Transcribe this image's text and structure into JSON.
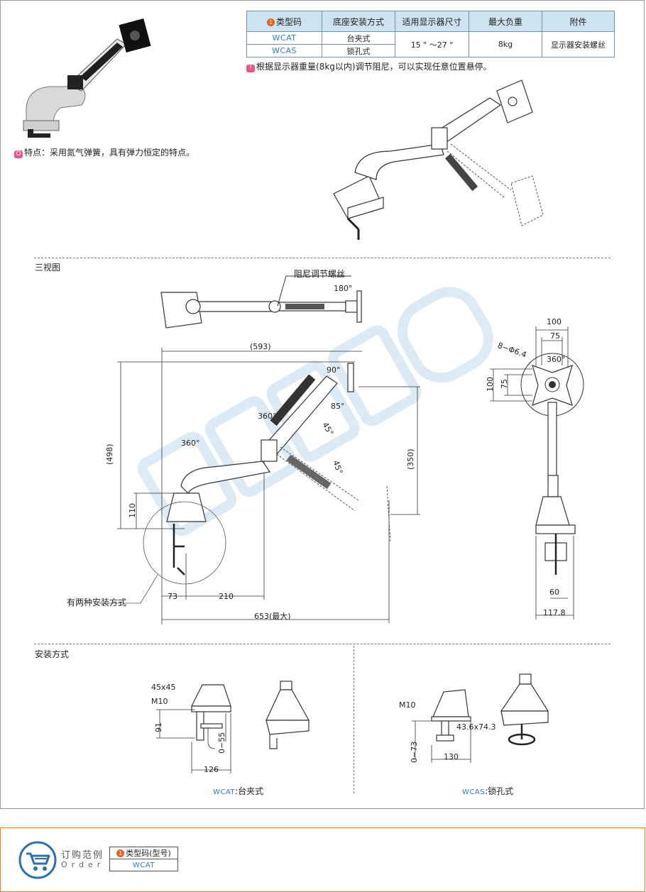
{
  "table": {
    "badge": "1",
    "headers": [
      "类型码",
      "底座安装方式",
      "适用显示器尺寸",
      "最大负重",
      "附件"
    ],
    "rows": [
      {
        "code": "WCAT",
        "mount": "台夹式"
      },
      {
        "code": "WCAS",
        "mount": "锁孔式"
      }
    ],
    "size": "15 \" ～27 \"",
    "load": "8kg",
    "accessory": "显示器安装螺丝"
  },
  "notes": {
    "badge_symbol": "!",
    "damping": "根据显示器重量(8kg以内)调节阻尼，可以实现任意位置悬停。",
    "feature_symbol": "O",
    "feature": "特点：采用氮气弹簧，具有弹力恒定的特点。"
  },
  "sections": {
    "three_view": "三视图",
    "install": "安装方式"
  },
  "three_view_labels": {
    "damping_screw": "阻尼调节螺丝",
    "rot_180": "180°",
    "dim_593": "(593)",
    "rot_90": "90°",
    "rot_85": "85°",
    "rot_45a": "45°",
    "rot_45b": "45°",
    "rot_360_mid": "360°",
    "rot_360_left": "360°",
    "dim_498": "(498)",
    "dim_350": "(350)",
    "dim_110": "110",
    "dim_73": "73",
    "dim_210": "210",
    "dim_653": "653(最大)",
    "two_methods": "有两种安装方式",
    "dim_100_top": "100",
    "dim_75_top": "75",
    "holes": "8−Φ6.4",
    "rot_360_right": "360°",
    "dim_100_side": "100",
    "dim_75_side": "75",
    "dim_60": "60",
    "dim_117": "117.8"
  },
  "install_labels": {
    "clamp_size": "45x45",
    "clamp_m10": "M10",
    "clamp_91": "91",
    "clamp_range": "0−55",
    "clamp_126": "126",
    "clamp_caption_code": "WCAT",
    "clamp_caption": ":台夹式",
    "hole_m10": "M10",
    "hole_size": "43.6x74.3",
    "hole_range": "0−73",
    "hole_130": "130",
    "hole_caption_code": "WCAS",
    "hole_caption": ":锁孔式"
  },
  "order": {
    "title": "订购范例",
    "subtitle": "Order",
    "badge": "1",
    "header": "类型码(型号)",
    "value": "WCAT"
  },
  "colors": {
    "header_bg": "#cde3f1",
    "code_blue": "#2b7bd6",
    "badge_orange": "#e8621f",
    "note_pink": "#e8548c",
    "order_border": "#e8802c",
    "cart_blue": "#2a6fb0"
  }
}
